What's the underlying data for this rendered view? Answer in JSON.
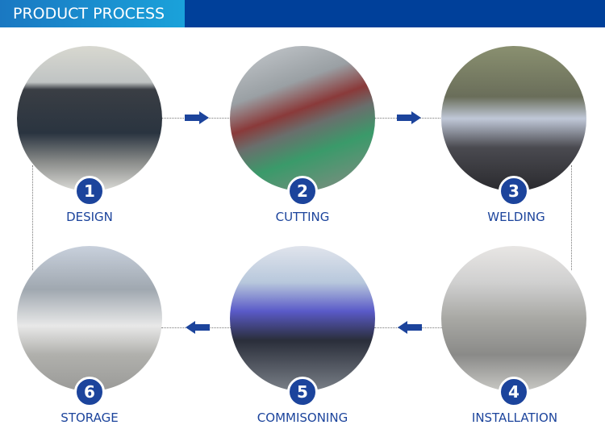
{
  "header": {
    "title": "PRODUCT PROCESS"
  },
  "colors": {
    "accent": "#1c449c",
    "header_dark": "#00409a",
    "header_light": "#1aa2da"
  },
  "steps": [
    {
      "number": "1",
      "label": "DESIGN"
    },
    {
      "number": "2",
      "label": "CUTTING"
    },
    {
      "number": "3",
      "label": "WELDING"
    },
    {
      "number": "4",
      "label": "INSTALLATION"
    },
    {
      "number": "5",
      "label": "COMMISONING"
    },
    {
      "number": "6",
      "label": "STORAGE"
    }
  ]
}
